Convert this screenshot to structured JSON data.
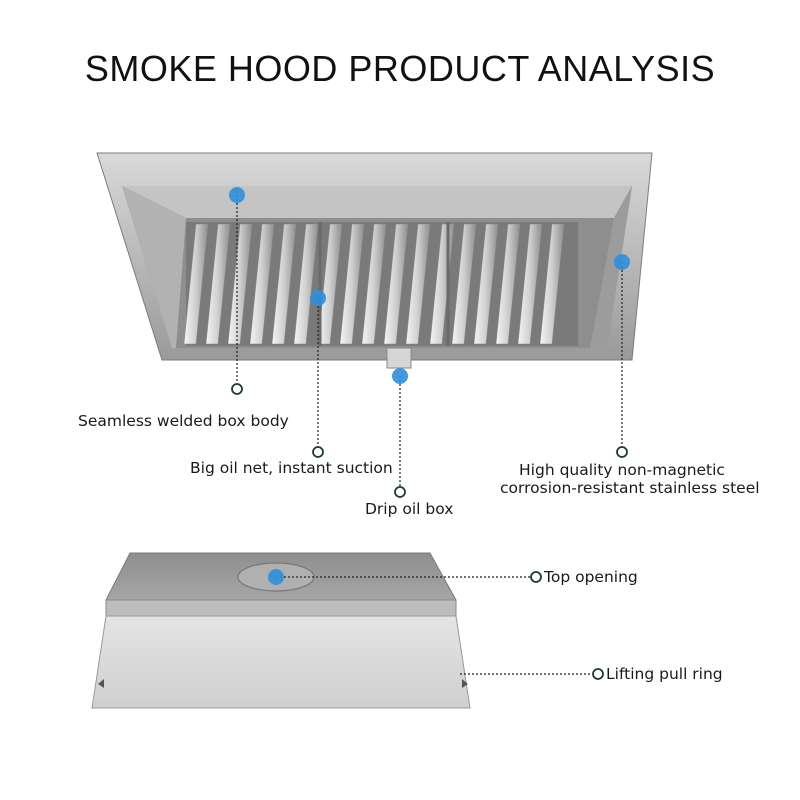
{
  "title": "SMOKE HOOD PRODUCT ANALYSIS",
  "colors": {
    "marker": "#2f8fdc",
    "steel": "#b8b8b8",
    "text": "#1a1a1a"
  },
  "labels": {
    "seamless": "Seamless welded box body",
    "oil_net": "Big oil net, instant suction",
    "drip_box": "Drip oil box",
    "steel_line1": "High quality non-magnetic",
    "steel_line2": "corrosion-resistant stainless steel",
    "top_opening": "Top opening",
    "pull_ring": "Lifting pull ring"
  }
}
